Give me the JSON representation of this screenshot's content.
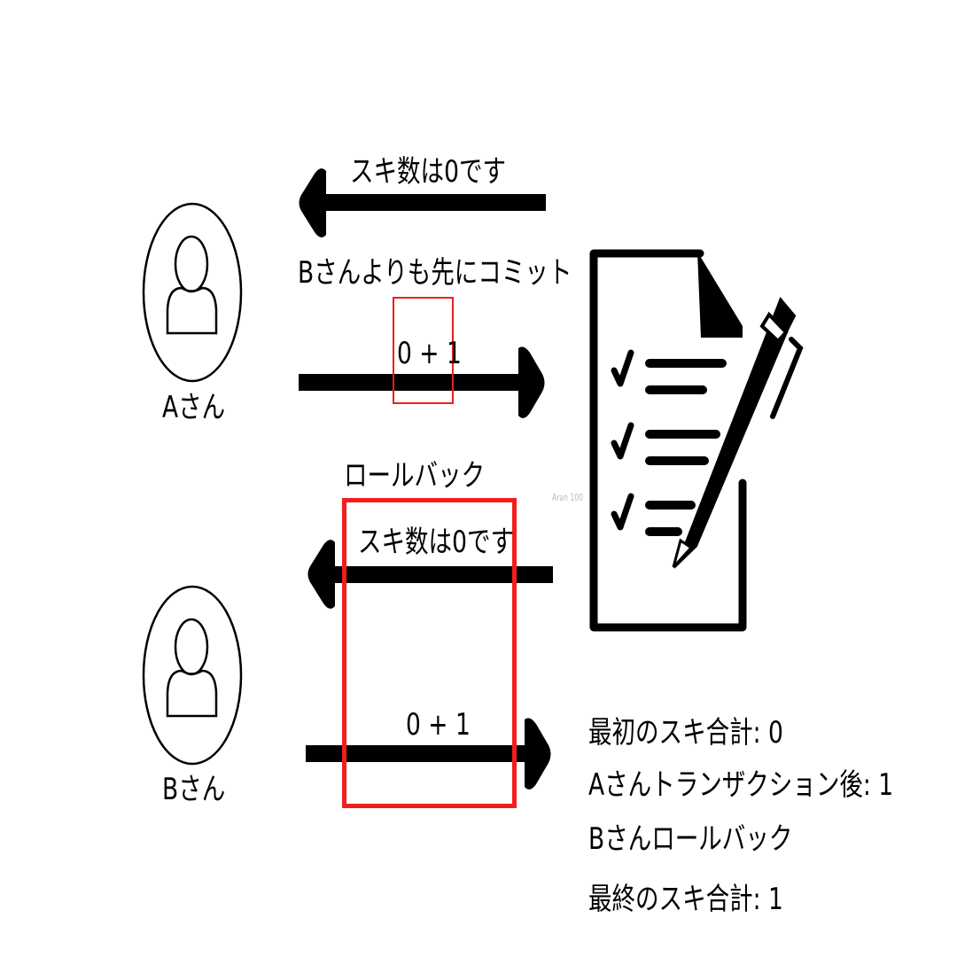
{
  "users": {
    "a": {
      "label": "Aさん"
    },
    "b": {
      "label": "Bさん"
    }
  },
  "upper_flow": {
    "response_label": "スキ数は0です",
    "commit_note": "Bさんよりも先にコミット",
    "request_label": "0 + 1"
  },
  "lower_flow": {
    "rollback_label": "ロールバック",
    "response_label": "スキ数は0です",
    "request_label": "0 + 1"
  },
  "watermark": "Aran 100",
  "summary": [
    "最初のスキ合計: 0",
    "Aさんトランザクション後: 1",
    "Bさんロールバック",
    "最終のスキ合計: 1"
  ],
  "colors": {
    "highlight": "#f01e1e",
    "ink": "#000000",
    "background": "#ffffff"
  },
  "icons": [
    "user-icon",
    "user-icon",
    "document-checklist-pen-icon"
  ]
}
